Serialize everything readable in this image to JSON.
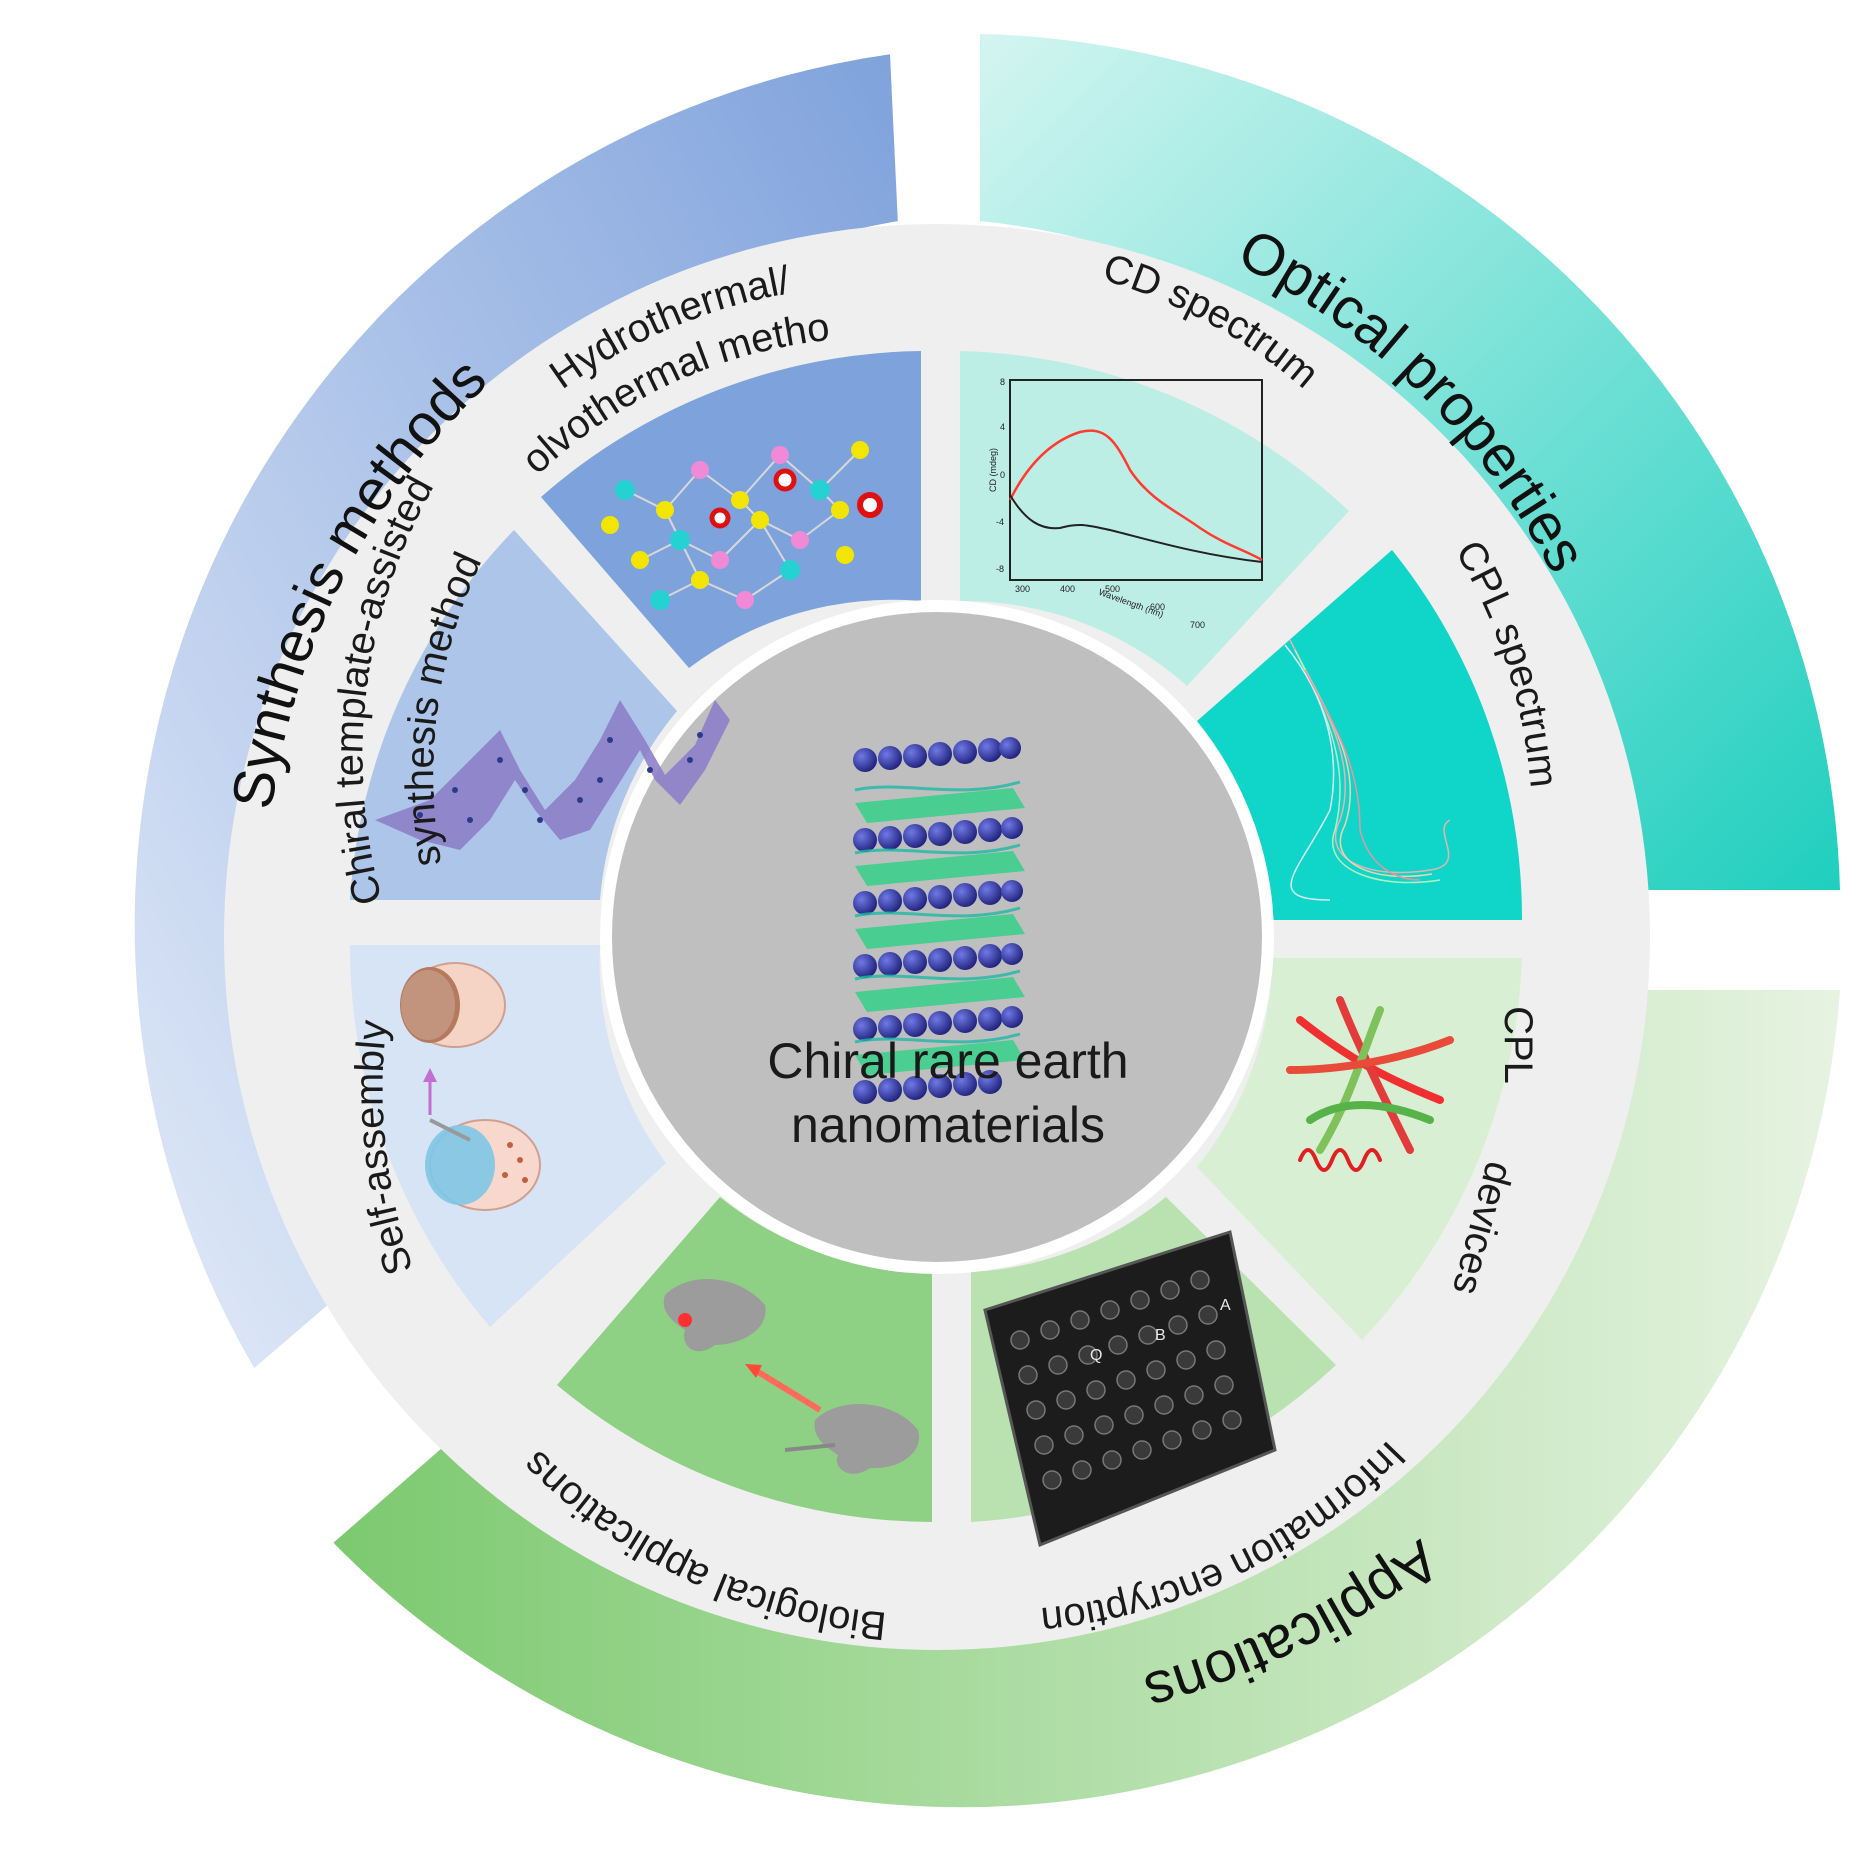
{
  "center": {
    "line1": "Chiral rare earth",
    "line2": "nanomaterials"
  },
  "categories": [
    {
      "key": "synthesis",
      "label": "Synthesis methods",
      "color_from": "#dfe7f6",
      "color_to": "#7fa2dc"
    },
    {
      "key": "optical",
      "label": "Optical properties",
      "color_from": "#d4f5f1",
      "color_to": "#27d1c2"
    },
    {
      "key": "applications",
      "label": "Applications",
      "color_from": "#86cd7c",
      "color_to": "#e3f1dd"
    }
  ],
  "sections": {
    "hydrothermal": {
      "line1": "Hydrothermal/",
      "line2": "solvothermal method",
      "color": "#7ea3dc"
    },
    "cd": {
      "label": "CD spectrum",
      "color": "#bdeee6"
    },
    "cpl_spectrum": {
      "label": "CPL spectrum",
      "color": "#0fd6c8"
    },
    "cpl_devices": {
      "line1": "CPL",
      "line2": "devices",
      "color": "#d9efd4"
    },
    "info_enc": {
      "label": "Information encryption",
      "color": "#b9e2b0"
    },
    "bio": {
      "label": "Biological applications",
      "color": "#8fd184"
    },
    "self_assembly": {
      "label": "Self-assembly",
      "color": "#d6e4f6"
    },
    "chiral_template": {
      "line1": "Chiral template-assisted",
      "line2": "synthesis method",
      "color": "#aec5ea"
    }
  },
  "cd_chart": {
    "ylabel": "CD (mdeg)",
    "xlabel": "Wavelength (nm)",
    "xticks": [
      "300",
      "400",
      "500",
      "600",
      "700"
    ],
    "yticks": [
      "8",
      "4",
      "0",
      "-4",
      "-8"
    ]
  },
  "info_enc_plate": {
    "letters": [
      "Q",
      "B",
      "A"
    ]
  }
}
